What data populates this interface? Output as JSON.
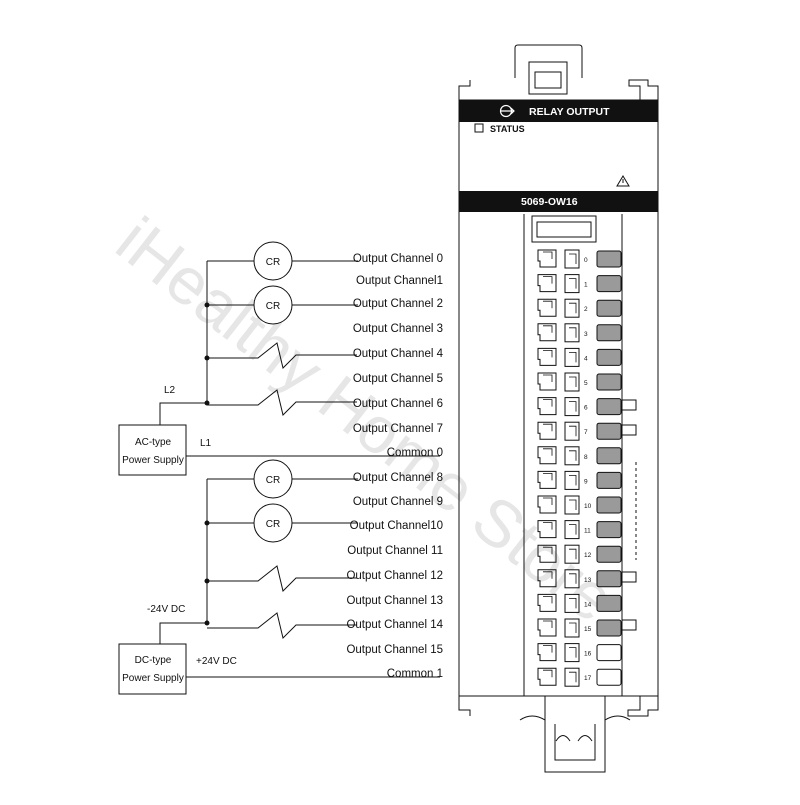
{
  "module": {
    "header_title": "RELAY OUTPUT",
    "status_label": "STATUS",
    "catalog_number": "5069-OW16"
  },
  "terminals": [
    "0",
    "1",
    "2",
    "3",
    "4",
    "5",
    "6",
    "7",
    "8",
    "9",
    "10",
    "11",
    "12",
    "13",
    "14",
    "15",
    "16",
    "17"
  ],
  "channel_labels": [
    "Output Channel 0",
    "Output Channel1",
    "Output Channel 2",
    "Output Channel 3",
    "Output Channel 4",
    "Output Channel 5",
    "Output Channel 6",
    "Output Channel 7",
    "Common 0",
    "Output Channel 8",
    "Output Channel 9",
    "Output Channel10",
    "Output Channel 11",
    "Output Channel 12",
    "Output Channel 13",
    "Output Channel 14",
    "Output Channel 15",
    "Common 1"
  ],
  "loads": {
    "relay_coil": "CR"
  },
  "supplies": {
    "ac": {
      "line1": "AC-type",
      "line2": "Power Supply",
      "l2": "L2",
      "l1": "L1"
    },
    "dc": {
      "line1": "DC-type",
      "line2": "Power Supply",
      "neg": "-24V DC",
      "pos": "+24V DC"
    }
  },
  "watermark": "iHealthy Home Store"
}
